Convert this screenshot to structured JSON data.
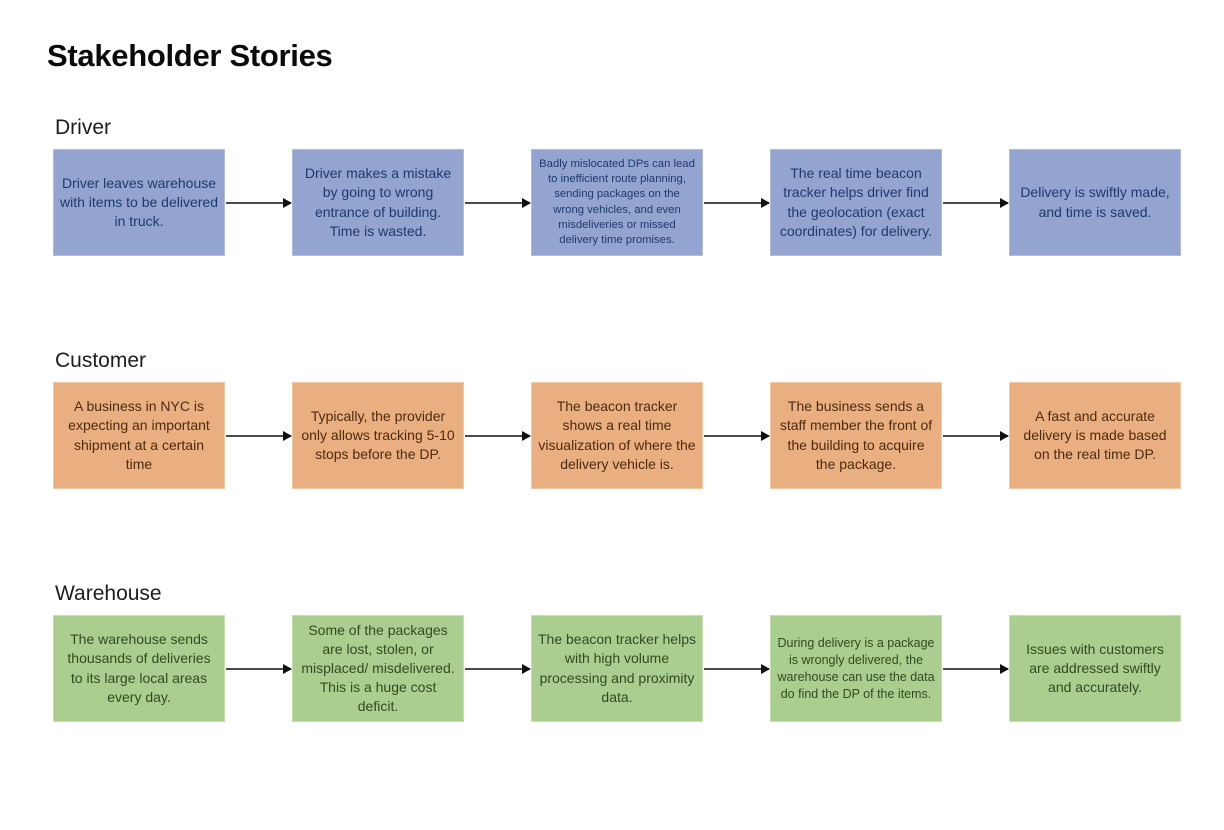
{
  "page": {
    "title": "Stakeholder Stories",
    "background": "#ffffff"
  },
  "arrow": {
    "line_color": "#4a4a4a",
    "head_color": "#111111"
  },
  "rows": [
    {
      "label": "Driver",
      "box_color": "#93A4D0",
      "border_color": "#AEBCDD",
      "text_color": "#1E3A6B",
      "boxes": [
        {
          "text": "Driver leaves warehouse with items to be delivered in truck."
        },
        {
          "text": "Driver makes a mistake by going to wrong entrance of building. Time is wasted."
        },
        {
          "text": "Badly mislocated DPs can lead to inefficient route planning, sending packages on the wrong vehicles, and even misdeliveries or missed delivery time promises."
        },
        {
          "text": "The real time beacon tracker helps driver find the geolocation (exact coordinates) for delivery."
        },
        {
          "text": "Delivery is swiftly made, and time is saved."
        }
      ]
    },
    {
      "label": "Customer",
      "box_color": "#E9AF80",
      "border_color": "#F2C9A4",
      "text_color": "#4D2B0E",
      "boxes": [
        {
          "text": "A business in NYC is expecting an important shipment at a certain time"
        },
        {
          "text": "Typically, the provider only allows tracking 5-10 stops before the DP."
        },
        {
          "text": "The beacon tracker shows a real time visualization of where the delivery vehicle is."
        },
        {
          "text": "The business sends a staff member the front of the building to acquire the package."
        },
        {
          "text": "A fast and accurate delivery is made based on the real time DP."
        }
      ]
    },
    {
      "label": "Warehouse",
      "box_color": "#A9CE90",
      "border_color": "#C3DFAE",
      "text_color": "#2F4D1C",
      "boxes": [
        {
          "text": "The warehouse sends thousands of deliveries to its large local areas every day."
        },
        {
          "text": "Some of the packages are lost, stolen, or misplaced/ misdelivered. This is a huge cost deficit."
        },
        {
          "text": "The beacon tracker helps with high volume processing and proximity data."
        },
        {
          "text": "During delivery is a package is wrongly delivered, the warehouse can use the data do find the DP of the items."
        },
        {
          "text": "Issues with customers are addressed swiftly and accurately."
        }
      ]
    }
  ]
}
